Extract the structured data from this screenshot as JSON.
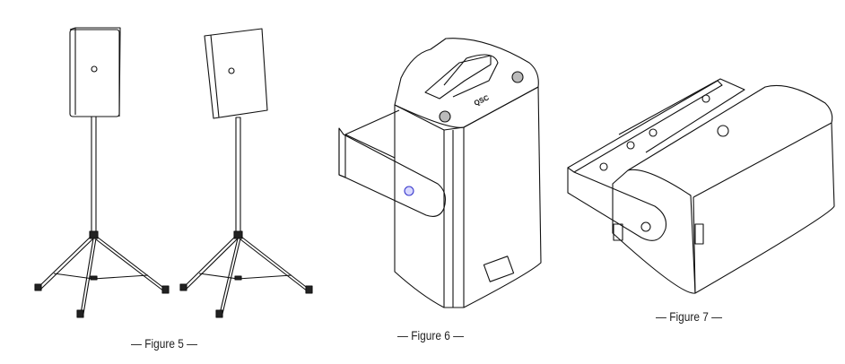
{
  "figures": [
    {
      "caption": "— Figure 5 —",
      "depicts": "speakers-on-tripod-stands"
    },
    {
      "caption": "— Figure 6 —",
      "depicts": "speaker-vertical-yoke-bracket",
      "logo": "QSC"
    },
    {
      "caption": "— Figure 7 —",
      "depicts": "speaker-horizontal-yoke-bracket"
    }
  ],
  "colors": {
    "line": "#111111",
    "accent_bolt": "#3a3acc",
    "fill_gray": "#bbbbbb"
  }
}
